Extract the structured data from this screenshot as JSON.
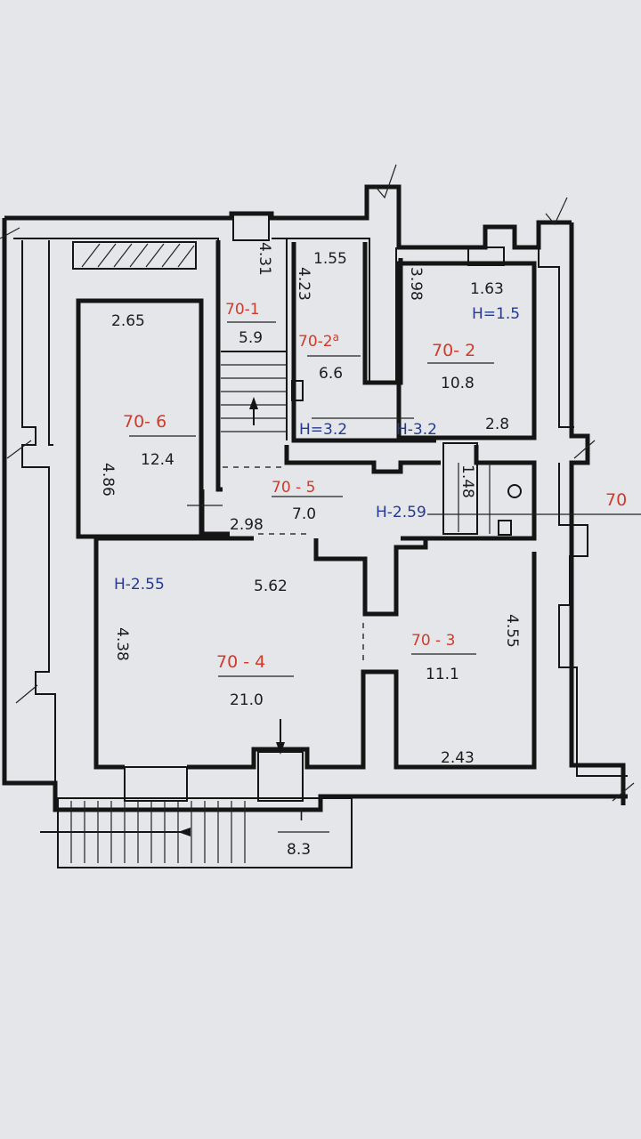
{
  "rooms": [
    {
      "id": "70-6",
      "area": "12.4"
    },
    {
      "id": "70-1",
      "area": "5.9"
    },
    {
      "id": "70-2a",
      "area": "6.6"
    },
    {
      "id": "70-2",
      "area": "10.8"
    },
    {
      "id": "70-5",
      "area": "7.0"
    },
    {
      "id": "70-4",
      "area": "21.0"
    },
    {
      "id": "70-3",
      "area": "11.1"
    }
  ],
  "room_labels": {
    "r706": "70- 6",
    "r701": "70-1",
    "r702a": "70-2",
    "r702a_sup": "a",
    "r702": "70- 2",
    "r705": "70 - 5",
    "r704": "70 - 4",
    "r703": "70 - 3",
    "r70": "70"
  },
  "areas": {
    "r706": "12.4",
    "r701": "5.9",
    "r702a": "6.6",
    "r702": "10.8",
    "r705": "7.0",
    "r704": "21.0",
    "r703": "11.1",
    "entry": "8.3"
  },
  "dims": {
    "d265": "2.65",
    "d486": "4.86",
    "d431": "4.31",
    "d155": "1.55",
    "d423": "4.23",
    "d398": "3.98",
    "d163": "1.63",
    "d28": "2.8",
    "d298": "2.98",
    "d148": "1.48",
    "d562": "5.62",
    "d438": "4.38",
    "d455": "4.55",
    "d243": "2.43",
    "entry_mark": "I"
  },
  "heights": {
    "h15": "H=1.5",
    "h32a": "H=3.2",
    "h32b": "H-3.2",
    "h259": "H-2.59",
    "h255": "H-2.55"
  },
  "colors": {
    "room_number": "#d23a2a",
    "height_note": "#253a8f",
    "linework": "#151515",
    "paper": "#e4e6e9"
  }
}
